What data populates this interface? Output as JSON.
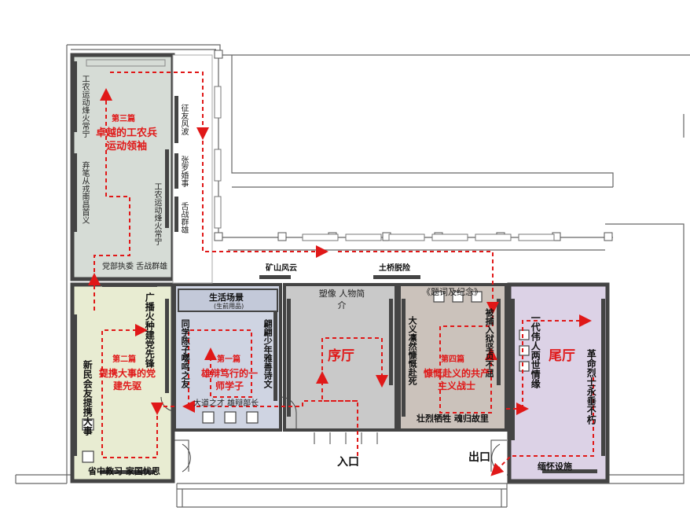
{
  "colors": {
    "gray_room": "#d6dcd6",
    "green_room": "#e8ecd2",
    "blue_room": "#cfd4e2",
    "purple_room": "#dcd2e6",
    "taupe_room": "#cbc2bb",
    "wall": "#555555",
    "path": "#e01818"
  },
  "rooms": {
    "part3": {
      "col1": "工农运动烽火常宁",
      "col2": "弃笔从戎南昌首义",
      "col3": "工农运动烽火常宁",
      "tag": "第三篇",
      "title": "卓越的工农兵运动领袖",
      "bottom": "党部执委 舌战群雄"
    },
    "corridor": {
      "side1": "征友风波",
      "side2": "张罗婚事",
      "side3": "舌战群雄"
    },
    "part2": {
      "col1": "广播火种建党先锋",
      "col2": "新民会友提携大事",
      "tag": "第二篇",
      "title": "提携大事的党建先驱",
      "bottom": "省中教习 家国忧思"
    },
    "part1": {
      "header_title": "生活场景",
      "header_sub": "(生前用品)",
      "col_left": "同学陈子嘤鸣之友",
      "col_right": "翩翩少年雅善诗文",
      "tag": "第一篇",
      "title": "雄辩笃行的一师学子",
      "bottom": "大道之才 雄辩部长"
    },
    "prelude": {
      "top": "塑像 人物简介",
      "name": "序厅",
      "above_label": "矿山风云"
    },
    "part4": {
      "top": "《题词及纪念》",
      "col_left": "大义凛然慷慨赴死",
      "col_right": "被捕入狱坚贞不屈",
      "tag": "第四篇",
      "title": "慷慨赴义的共产主义战士",
      "bottom": "壮烈牺牲 魂归故里",
      "above_label": "土桥脱险"
    },
    "epilogue": {
      "col_left": "一代伟人两世情缘",
      "col_right": "革命烈士永垂不朽",
      "name": "尾厅",
      "bottom": "缅怀设施"
    }
  },
  "labels": {
    "entrance": "入口",
    "exit": "出口"
  }
}
